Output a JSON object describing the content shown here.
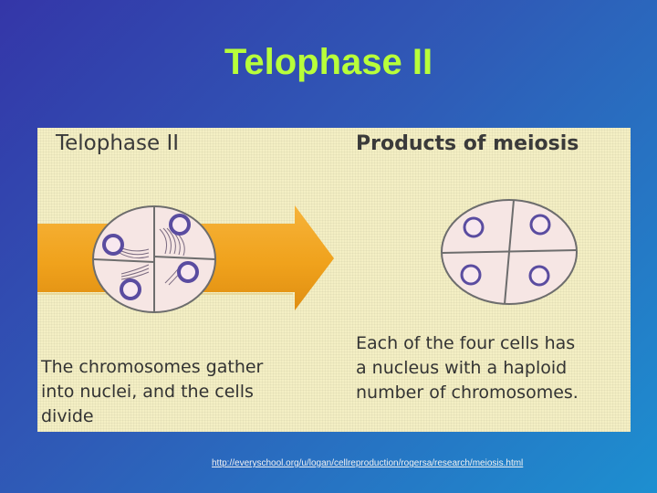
{
  "slide": {
    "title": "Telophase II",
    "source_url": "http://everyschool.org/u/logan/cellreproduction/rogersa/research/meiosis.html"
  },
  "figure": {
    "left_heading": "Telophase II",
    "right_heading": "Products of meiosis",
    "left_caption": [
      "The chromosomes gather",
      "into nuclei, and the cells",
      "divide"
    ],
    "right_caption": [
      "Each of the four cells has",
      "a nucleus with a haploid",
      "number of chromosomes."
    ]
  },
  "colors": {
    "title": "#b8ff3a",
    "arrow": "#f0a21c",
    "cell_fill": "#f6e6e4",
    "nucleus_ring": "#5a4ca0",
    "figure_background": "#f4efc4"
  }
}
